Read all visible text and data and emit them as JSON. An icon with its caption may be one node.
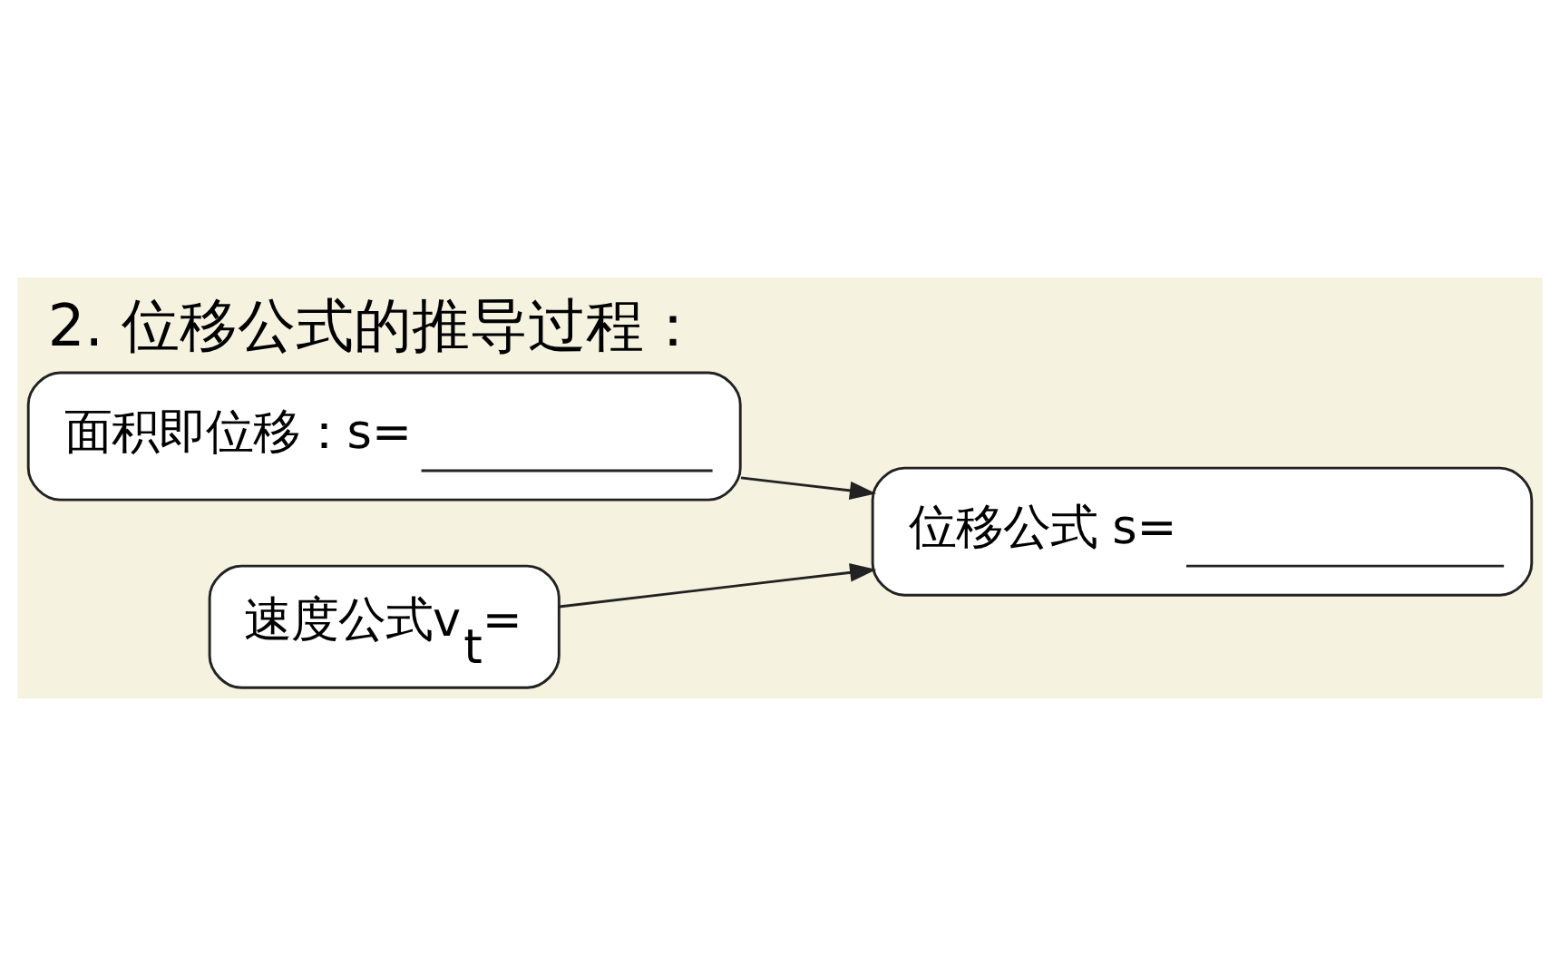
{
  "diagram": {
    "title": "2. 位移公式的推导过程：",
    "nodes": [
      {
        "text": [
          "面积即位移：s="
        ]
      },
      {
        "text": [
          "速度公式v$_{t}$="
        ]
      },
      {
        "text": [
          "位移公式 s="
        ]
      }
    ],
    "edges": [
      {
        "from": 0,
        "to": 2,
        "arrow": "to"
      },
      {
        "from": 1,
        "to": 2,
        "arrow": "to"
      }
    ]
  }
}
